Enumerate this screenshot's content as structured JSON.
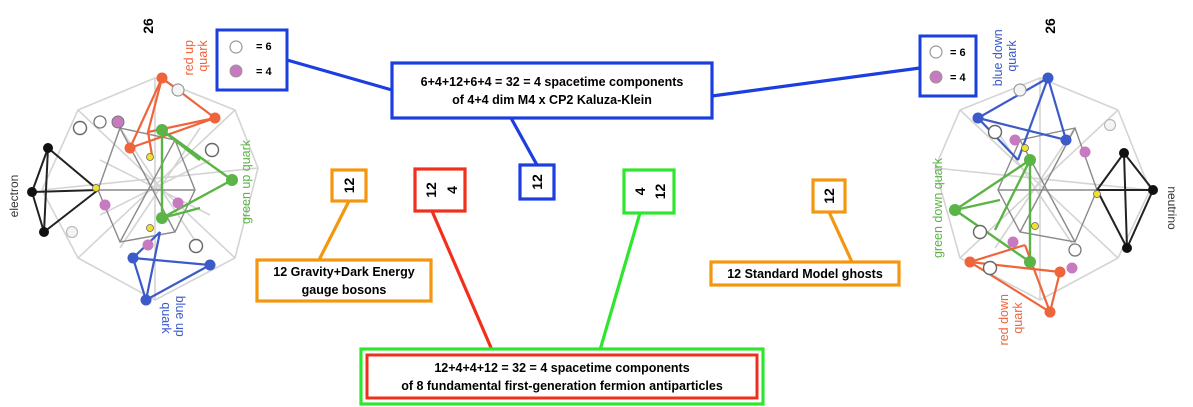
{
  "left_graph": {
    "count": "26",
    "labels": {
      "red_up": [
        "red up",
        "quark"
      ],
      "green_up": "green up quark",
      "blue_up": [
        "blue up",
        "quark"
      ],
      "electron": "electron"
    },
    "legend": {
      "white_label": "= 6",
      "pink_label": "= 4"
    }
  },
  "right_graph": {
    "count": "26",
    "labels": {
      "blue_down": [
        "blue down",
        "quark"
      ],
      "green_down": "green down quark",
      "red_down": [
        "red down",
        "quark"
      ],
      "neutrino": "neutrino"
    },
    "legend": {
      "white_label": "= 6",
      "pink_label": "= 4"
    }
  },
  "top_box": {
    "line1": "6+4+12+6+4 = 32 = 4 spacetime components",
    "line2": "of 4+4 dim M4 x CP2 Kaluza-Klein"
  },
  "small_boxes": {
    "gravity": "12",
    "red": [
      "12",
      "4"
    ],
    "blue": "12",
    "green": [
      "4",
      "12"
    ],
    "sm": "12"
  },
  "gravity_box": {
    "line1": "12 Gravity+Dark Energy",
    "line2": "gauge bosons"
  },
  "sm_box": {
    "line1": "12 Standard Model ghosts"
  },
  "bottom_box": {
    "line1": "12+4+4+12 = 32 = 4 spacetime components",
    "line2": "of 8 fundamental first-generation fermion antiparticles"
  },
  "colors": {
    "blue": "#1a3ee0",
    "orange": "#f5960f",
    "red": "#f0301c",
    "green": "#2ee62e",
    "quark_red": "#f0643c",
    "quark_green": "#5ab446",
    "quark_blue": "#3c5ac8",
    "pink": "#c87ac0"
  }
}
